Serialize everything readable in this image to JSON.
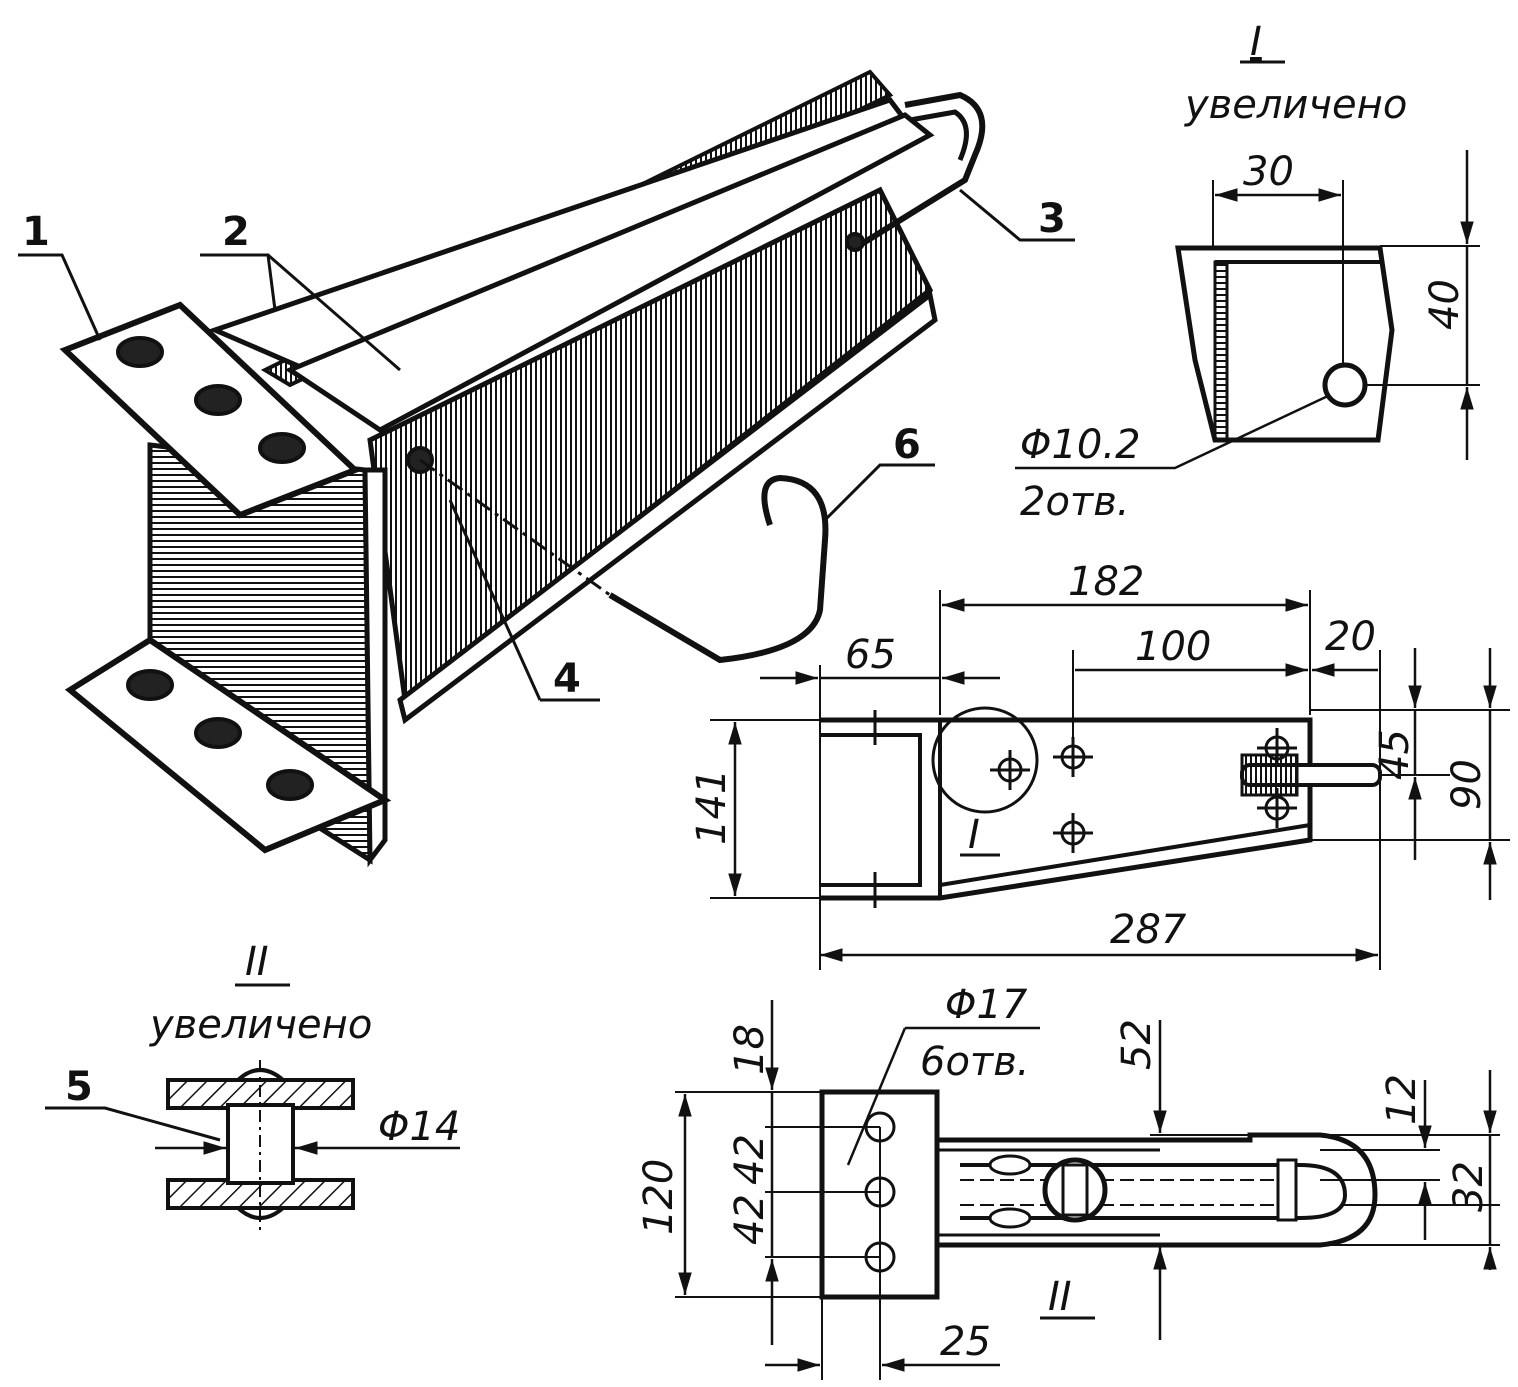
{
  "callouts": [
    "1",
    "2",
    "3",
    "4",
    "5",
    "6"
  ],
  "detail_I": {
    "title": "I",
    "subtitle": "увеличено",
    "dims": {
      "width": "30",
      "height": "40"
    },
    "hole_note": {
      "size": "Φ10.2",
      "count": "2отв."
    }
  },
  "detail_II": {
    "title": "II",
    "subtitle": "увеличено",
    "dim": "Φ14"
  },
  "side_view": {
    "dims": {
      "d182": "182",
      "d65": "65",
      "d100": "100",
      "d20": "20",
      "d45": "45",
      "d90": "90",
      "d141": "141",
      "d287": "287"
    },
    "detail_ref": "I"
  },
  "top_view": {
    "hole_note": {
      "size": "Φ17",
      "count": "6отв."
    },
    "dims": {
      "d18": "18",
      "d42a": "42",
      "d42b": "42",
      "d120": "120",
      "d52": "52",
      "d12": "12",
      "d32": "32",
      "d25": "25"
    },
    "detail_ref": "II"
  }
}
